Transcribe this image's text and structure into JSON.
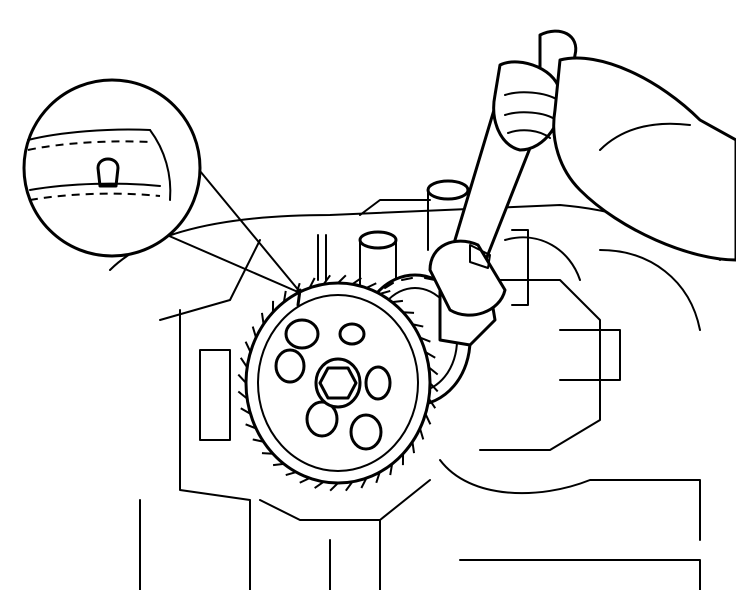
{
  "figure": {
    "background_color": "#ffffff",
    "ink_color": "#000000",
    "parts": [
      "engine-block",
      "camshaft-bearing-caps",
      "camshaft-sprocket",
      "drive-gear",
      "bolt",
      "wrench",
      "hand",
      "magnified-inset",
      "timing-mark"
    ]
  }
}
